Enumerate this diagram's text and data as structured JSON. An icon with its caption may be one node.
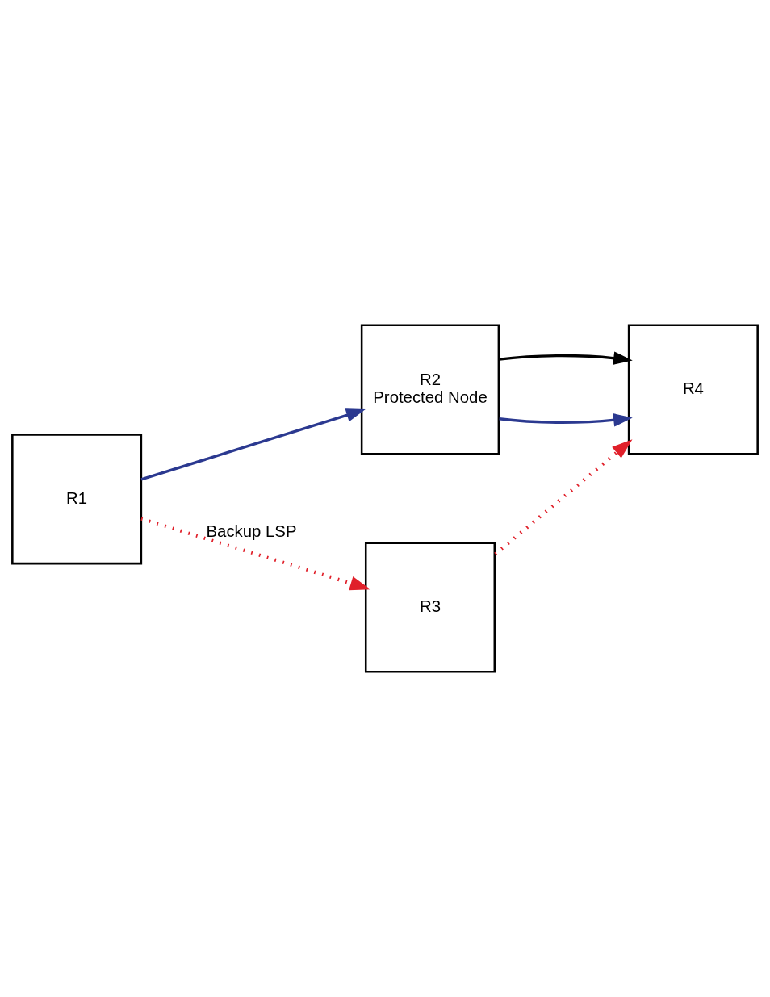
{
  "diagram": {
    "nodes": [
      {
        "text": [
          "R1"
        ]
      },
      {
        "text": [
          "R2",
          "Protected Node"
        ]
      },
      {
        "text": [
          "R4"
        ]
      },
      {
        "text": [
          "R3"
        ]
      }
    ],
    "edges": [
      {
        "from": 0,
        "to": 1,
        "arrow": "to",
        "color": "#2b3990"
      },
      {
        "from": 1,
        "to": 2,
        "arrow": "to",
        "color": "#2b3990"
      },
      {
        "from": 1,
        "to": 2,
        "arrow": "to",
        "color": "#000000"
      },
      {
        "from": 0,
        "to": 3,
        "arrow": "to",
        "label": "Backup LSP",
        "color": "#e0202a",
        "style": "dashed"
      },
      {
        "from": 3,
        "to": 2,
        "arrow": "to",
        "color": "#e0202a",
        "style": "dashed"
      }
    ]
  }
}
